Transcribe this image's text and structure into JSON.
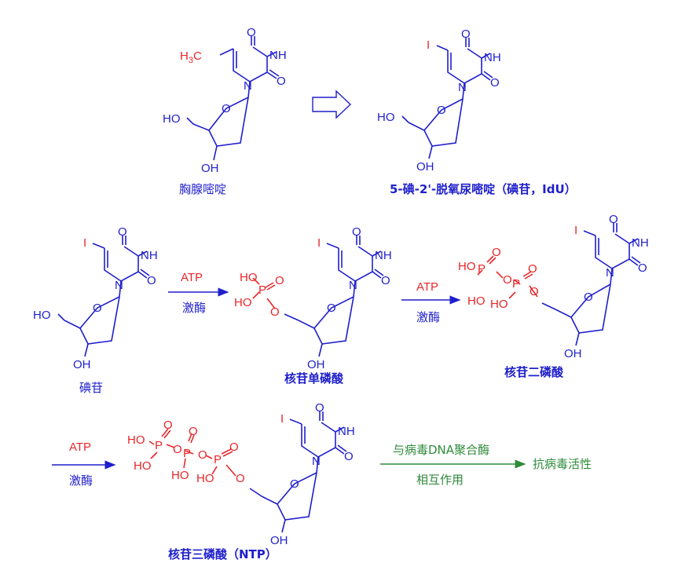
{
  "atoms": {
    "o": "O",
    "nh": "NH",
    "n": "N",
    "ho": "HO",
    "oh": "OH",
    "i": "I",
    "p": "P",
    "h3c": "H3C"
  },
  "captions": {
    "thymidine": "胸腺嘧啶",
    "idu": "5-碘-2'-脱氧尿嘧啶（碘苷，IdU）",
    "iodine_glycoside": "碘苷",
    "nmp": "核苷单磷酸",
    "ndp": "核苷二磷酸",
    "ntp": "核苷三磷酸（NTP）"
  },
  "arrows": {
    "atp": "ATP",
    "kinase": "激酶",
    "polymerase": "与病毒DNA聚合酶",
    "interaction": "相互作用",
    "antiviral": "抗病毒活性"
  },
  "colors": {
    "structure": "#1f1fcc",
    "phosphate": "#e8262a",
    "pathway": "#2e8b3a"
  }
}
